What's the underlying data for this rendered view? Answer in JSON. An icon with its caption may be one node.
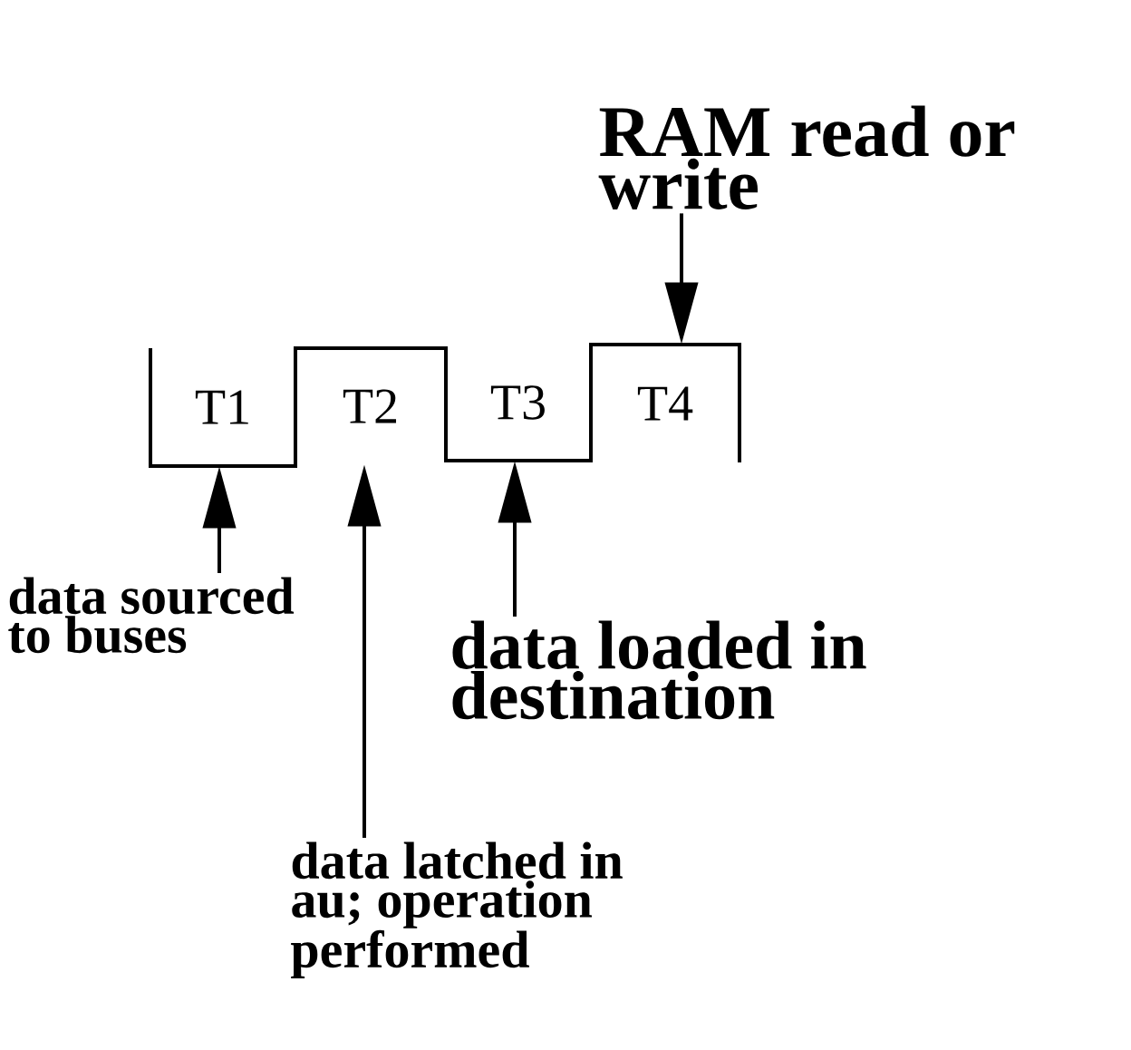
{
  "diagram": {
    "nodes": [
      {
        "text": [
          "RAM read or write"
        ]
      },
      {
        "text": [
          "T1"
        ]
      },
      {
        "text": [
          "T2"
        ]
      },
      {
        "text": [
          "T3"
        ]
      },
      {
        "text": [
          "T4"
        ]
      },
      {
        "text": [
          "data sourced to buses"
        ]
      },
      {
        "text": [
          "data latched in au; operation performed"
        ]
      },
      {
        "text": [
          "data loaded in destination"
        ]
      }
    ],
    "edges": [
      {
        "from": 0,
        "to": 4,
        "arrow": "to"
      },
      {
        "from": 5,
        "to": 1,
        "arrow": "to"
      },
      {
        "from": 6,
        "to": 2,
        "arrow": "to"
      },
      {
        "from": 7,
        "to": 3,
        "arrow": "to"
      }
    ]
  }
}
